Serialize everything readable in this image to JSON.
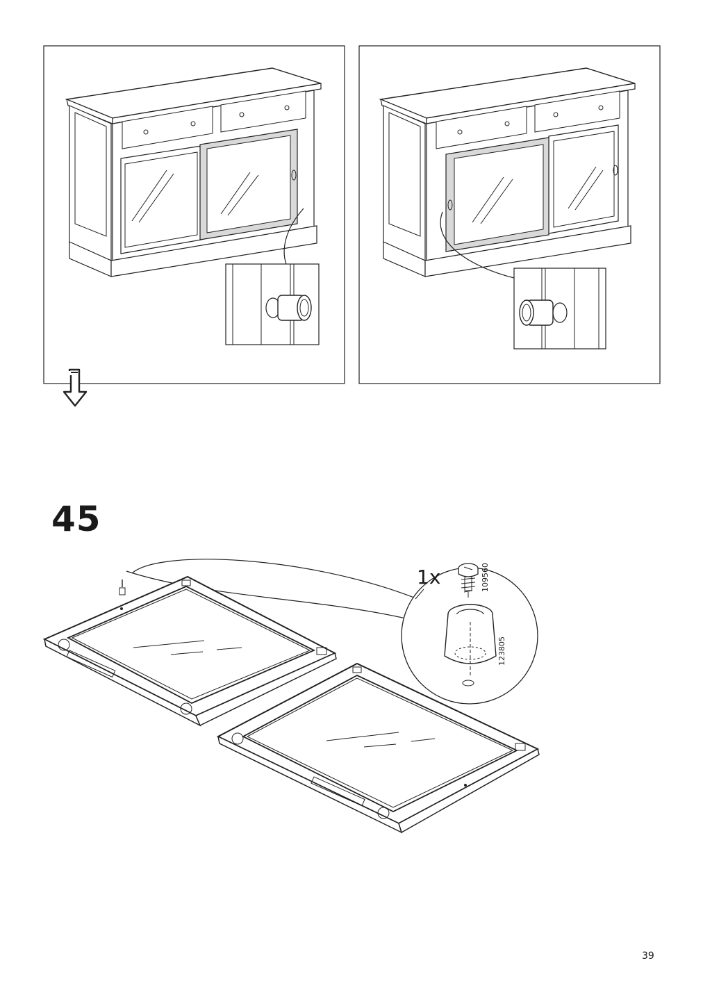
{
  "step": {
    "number": "45"
  },
  "hardware": {
    "quantity": "1x",
    "screw_part_number": "109560",
    "stopper_part_number": "123805"
  },
  "page": {
    "number": "39"
  },
  "icons": {
    "next_page": "arrow-down-icon",
    "screw": "screw-icon",
    "stopper": "door-stopper-icon"
  }
}
